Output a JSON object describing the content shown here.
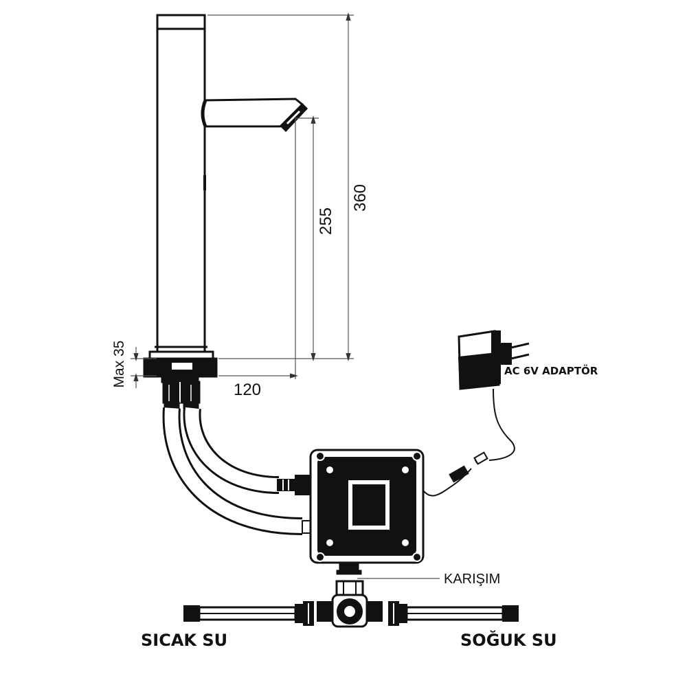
{
  "dimensions": {
    "total_height": "360",
    "spout_height": "255",
    "spout_reach": "120",
    "max_thickness": "Max 35"
  },
  "labels": {
    "adapter": "AC 6V ADAPTÖR",
    "mixing": "KARIŞIM",
    "hot_water": "SICAK SU",
    "cold_water": "SOĞUK SU"
  },
  "colors": {
    "line": "#111111",
    "fill_dark": "#1a1a1a",
    "fill_light": "#ffffff",
    "dim_line": "#555555"
  }
}
